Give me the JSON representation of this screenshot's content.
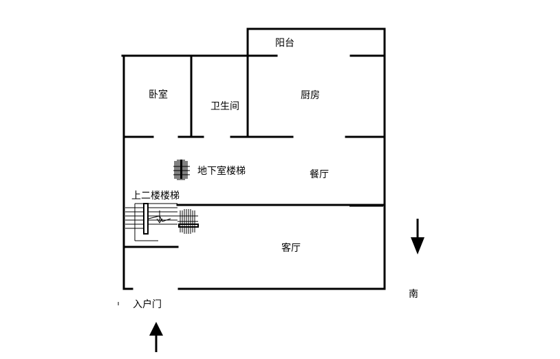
{
  "rooms": {
    "balcony": "阳台",
    "bedroom": "卧室",
    "bathroom": "卫生间",
    "kitchen": "厨房",
    "basement_stairs": "地下室楼梯",
    "dining": "餐厅",
    "upstairs": "上二楼楼梯",
    "living": "客厅",
    "entrance": "入户门"
  },
  "compass": {
    "south": "南"
  }
}
